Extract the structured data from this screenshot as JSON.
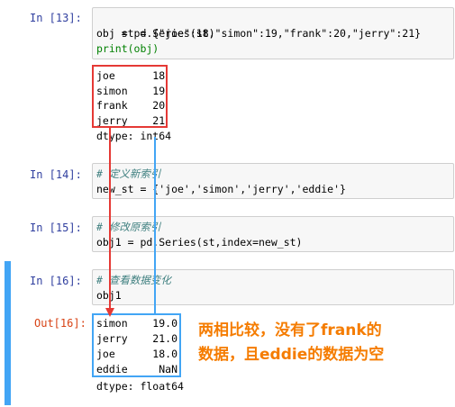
{
  "cells": [
    {
      "prompt": "In  [13]:",
      "lines": [
        "st = {\"joe\":18,\"simon\":19,\"frank\":20,\"jerry\":21}",
        "obj = pd.Series(st)",
        "print(obj)"
      ],
      "output": [
        "joe      18",
        "simon    19",
        "frank    20",
        "jerry    21",
        "dtype: int64"
      ]
    },
    {
      "prompt": "In  [14]:",
      "lines": [
        "# 定义新索引",
        "new_st = {'joe','simon','jerry','eddie'}"
      ]
    },
    {
      "prompt": "In  [15]:",
      "lines": [
        "# 修改原索引",
        "obj1 = pd.Series(st,index=new_st)"
      ]
    },
    {
      "prompt": "In  [16]:",
      "out_prompt": "Out[16]:",
      "lines": [
        "# 查看数据变化",
        "obj1"
      ],
      "output": [
        "simon    19.0",
        "jerry    21.0",
        "joe      18.0",
        "eddie     NaN",
        "dtype: float64"
      ]
    }
  ],
  "annotation": {
    "line1": "两相比较，没有了frank的",
    "line2": "数据，且eddie的数据为空",
    "color": "#f57c00"
  },
  "colors": {
    "highlight_box": "#e53935",
    "arrow_red": "#e53935",
    "arrow_blue": "#42a5f5",
    "selected_bar": "#42a5f5"
  }
}
